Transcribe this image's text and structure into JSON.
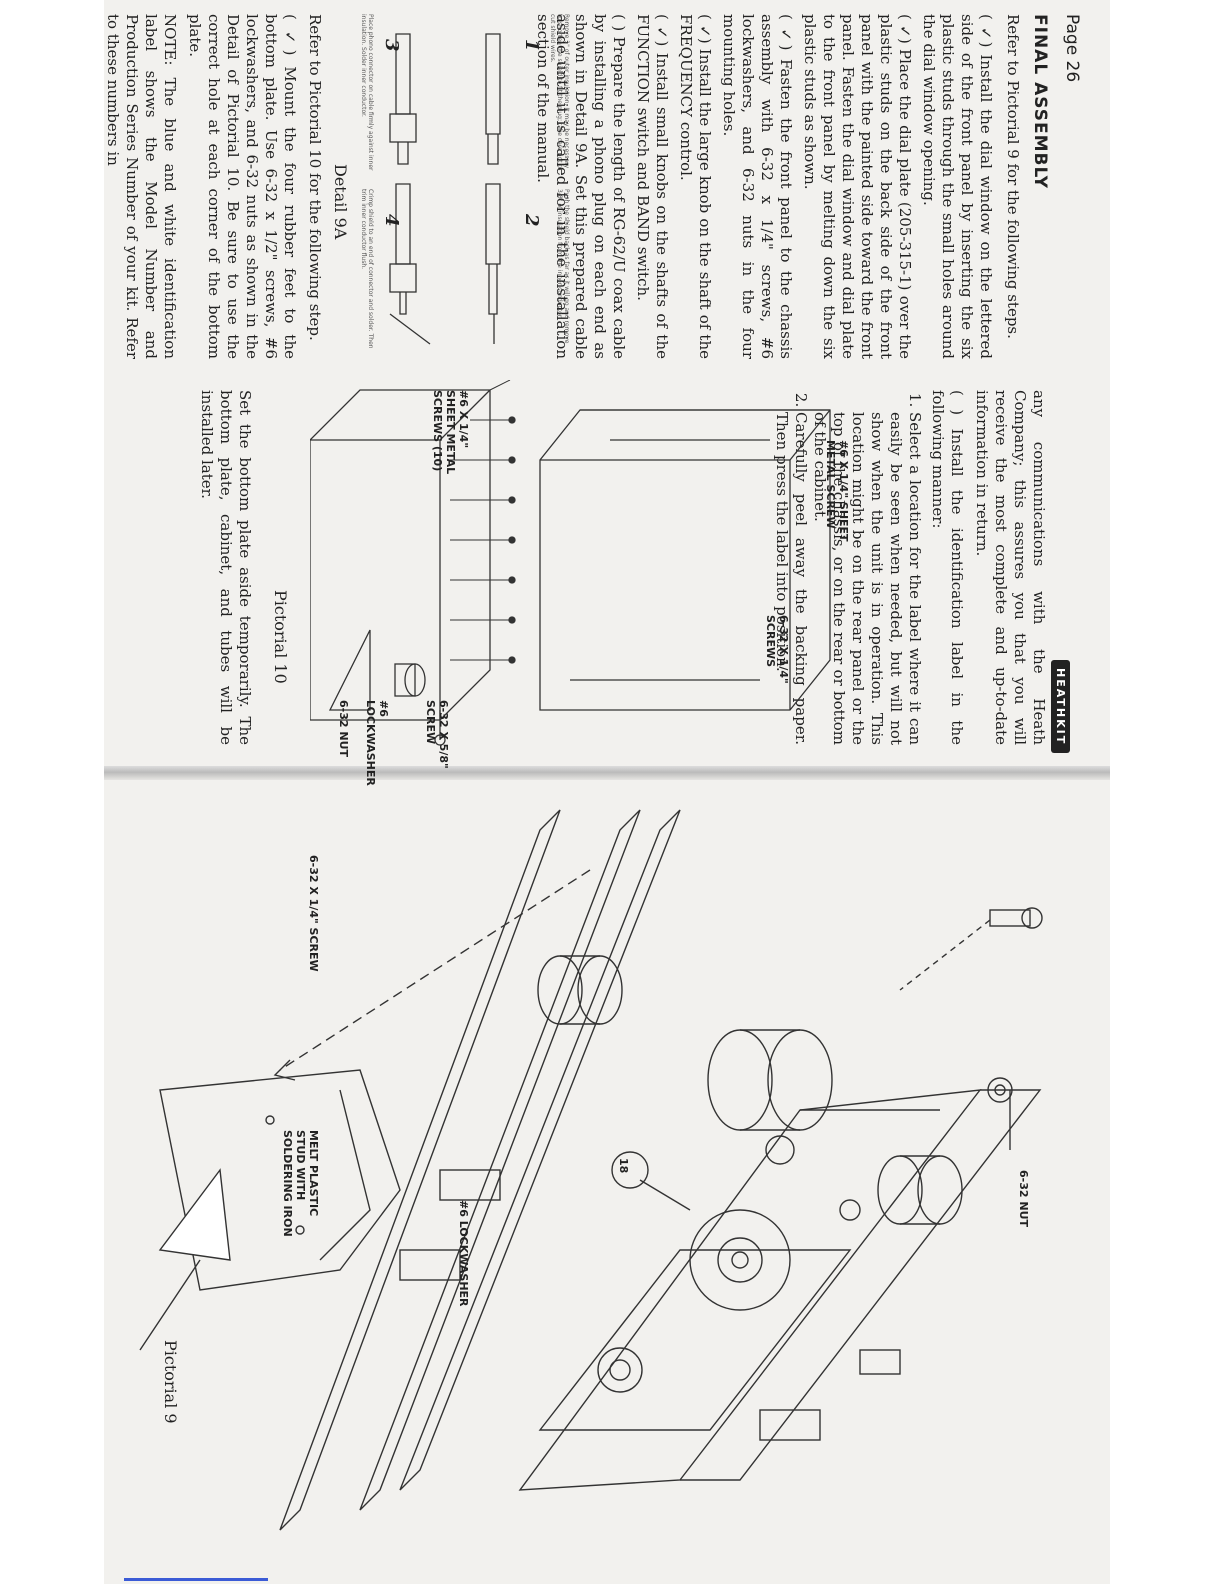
{
  "page_number": "Page 26",
  "brand": "HEATHKIT",
  "final_assembly": {
    "heading": "FINAL ASSEMBLY",
    "intro": "Refer to Pictorial 9 for the following steps.",
    "steps": [
      "( ✓) Install the dial window on the lettered side of the front panel by inserting the six plastic studs through the small holes around the dial window opening.",
      "( ✓) Place the dial plate (205-315-1) over the plastic studs on the back side of the front panel with the painted side toward the front panel. Fasten the dial window and dial plate to the front panel by melting down the six plastic studs as shown.",
      "( ✓) Fasten the front panel to the chassis assembly with 6-32 x 1/4\" screws, #6 lockwashers, and 6-32 nuts in the four mounting holes.",
      "( ✓) Install the large knob on the shaft of the FREQUENCY control.",
      "( ✓) Install small knobs on the shafts of the FUNCTION switch and BAND switch.",
      "( ) Prepare the length of RG-62/U coax cable by installing a phono plug on each end as shown in Detail 9A. Set this prepared cable aside until it is called for in the installation section of the manual."
    ],
    "detail_caption": "Detail 9A",
    "detail_numbers": [
      "1",
      "2",
      "3",
      "4"
    ],
    "detail_notes": [
      "Remove 1\" of outer insulation. It may be necessary to shorten the shield to fit the plug; take care not to cut shield wires.",
      "Push the shield back as far as it will go and remove 3/8\" of insulation from the inner conductor.",
      "Place phono connector on cable firmly against inner insulation. Solder inner conductor.",
      "Crimp shield to an end of connector and solder. Then trim inner conductor flush."
    ],
    "refer10": "Refer to Pictorial 10 for the following step.",
    "step_feet": "( ✓) Mount the four rubber feet to the bottom plate. Use 6-32 x 1/2\" screws, #6 lockwashers, and 6-32 nuts as shown in the Detail of Pictorial 10. Be sure to use the correct hole at each corner of the bottom plate.",
    "note": "NOTE: The blue and white identification label shows the Model Number and Production Series Number of your kit. Refer to these numbers in"
  },
  "right_column": {
    "continuation": "any communications with the Heath Company; this assures you that you will receive the most complete and up-to-date information in return.",
    "step_label": "( ) Install the identification label in the following manner:",
    "substeps": [
      "Select a location for the label where it can easily be seen when needed, but will not show when the unit is in operation. This location might be on the rear panel or the top of the chassis, or on the rear or bottom of the cabinet.",
      "Carefully peel away the backing paper. Then press the label into position."
    ],
    "pictorial10_caption": "Pictorial 10",
    "set_aside": "Set the bottom plate aside temporarily. The bottom plate, cabinet, and tubes will be installed later."
  },
  "pictorial10_labels": {
    "sheet_metal_top": "#6 X 1/4\" SHEET METAL SCREW",
    "screws_top": "6-32 X 1/4\" SCREWS",
    "sheet_metal_bottom": "#6 X 1/4\" SHEET METAL SCREWS (10)",
    "nut": "6-32 NUT",
    "lockwasher": "#6 LOCKWASHER",
    "foot_screw": "6-32 X 5/8\" SCREW"
  },
  "pictorial9": {
    "caption": "Pictorial 9",
    "callout_number": "18",
    "label_melt": "MELT PLASTIC STUD WITH SOLDERING IRON",
    "label_screw": "6-32 X 1/4\" SCREW",
    "label_nut": "6-32 NUT",
    "label_lockwasher": "#6 LOCKWASHER"
  }
}
